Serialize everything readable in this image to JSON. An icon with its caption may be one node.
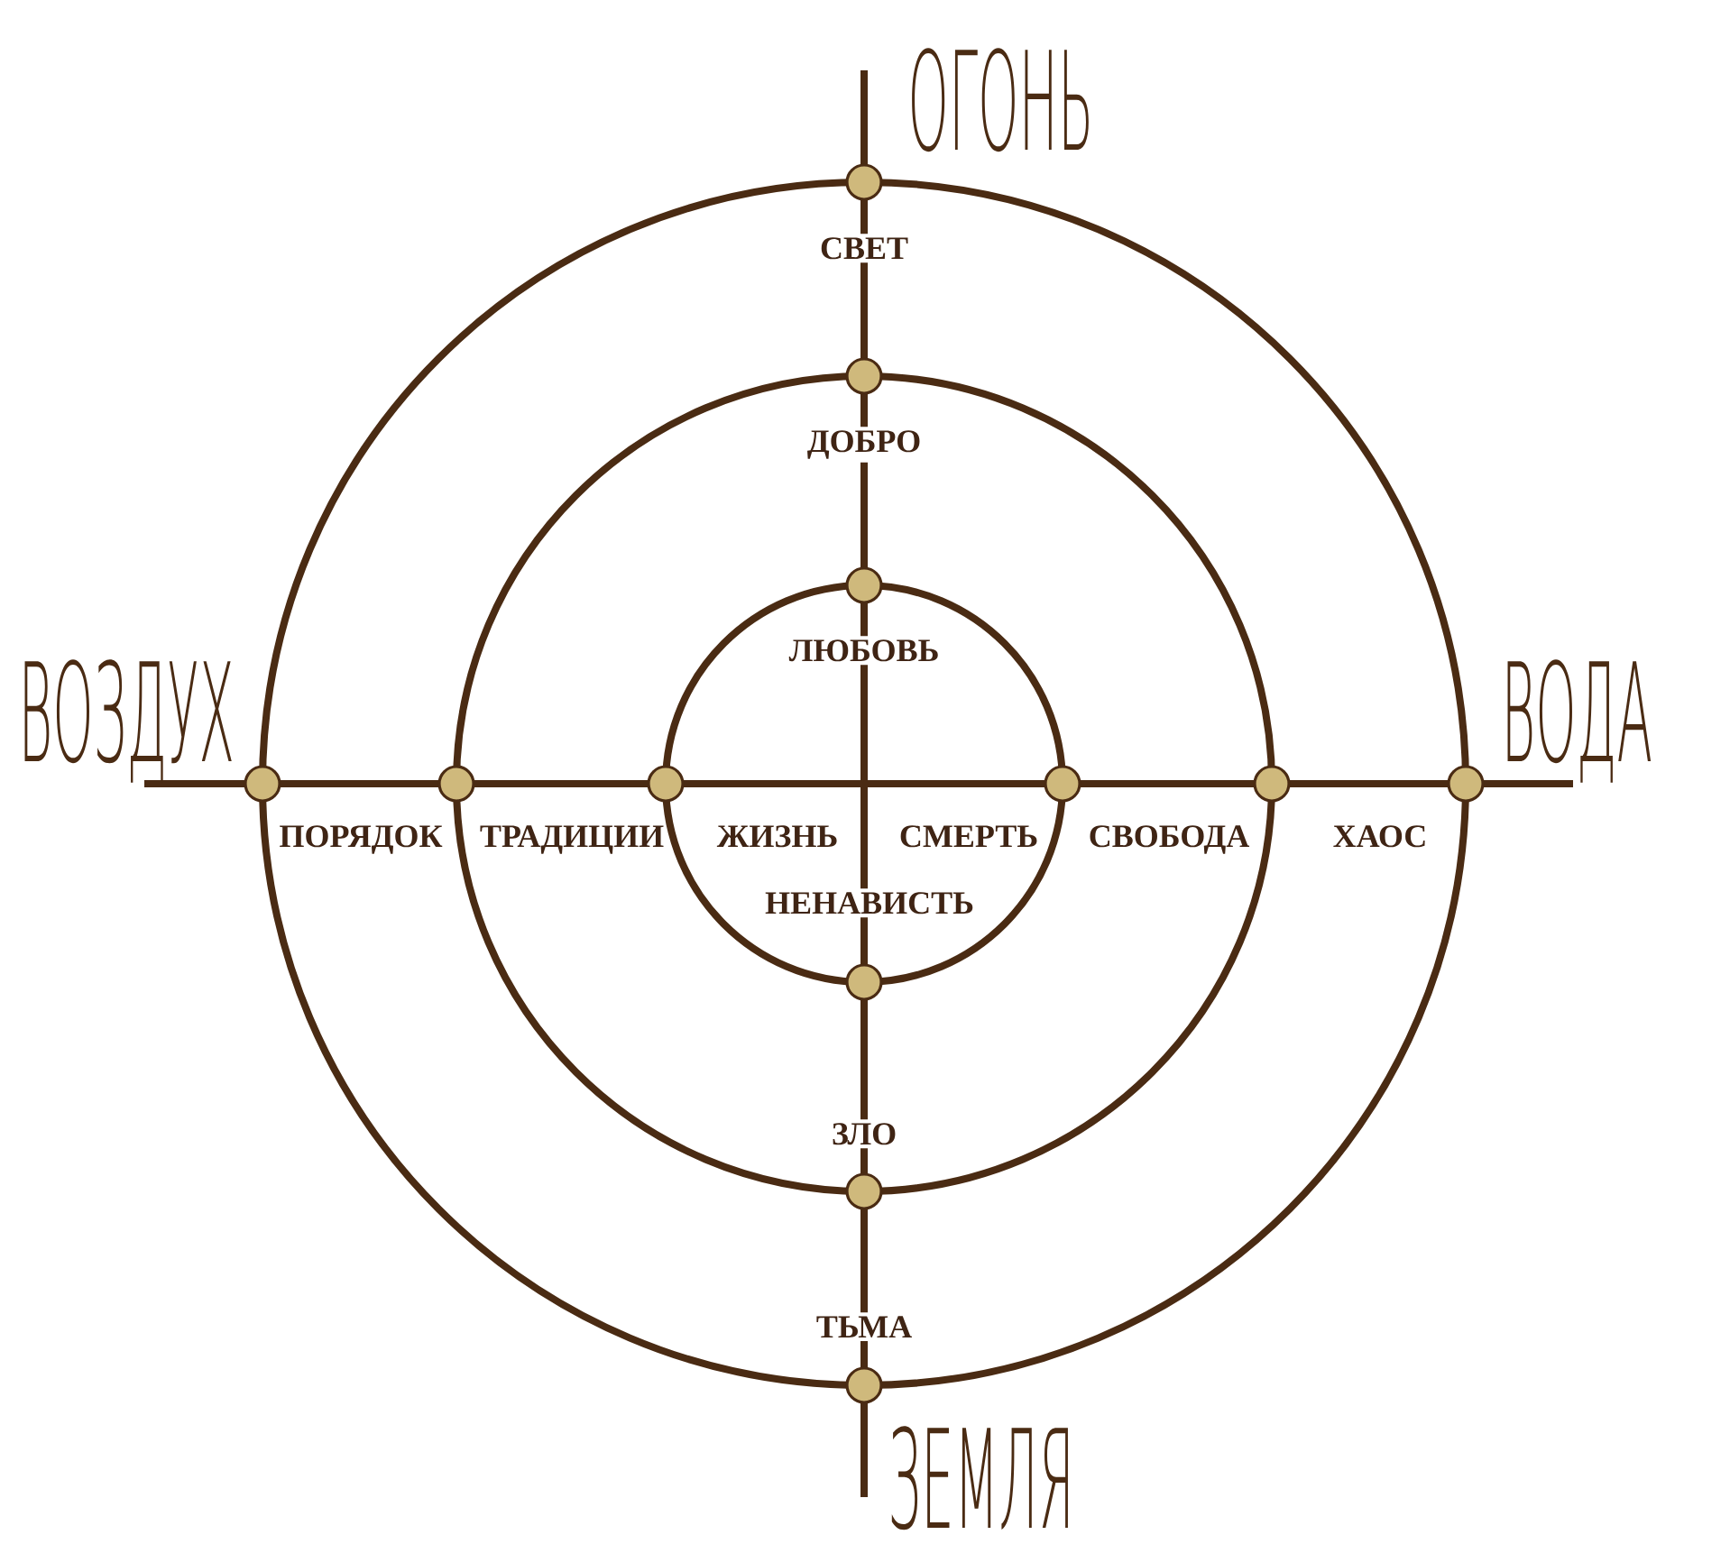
{
  "diagram": {
    "nodes": [
      {
        "text": [
          "СВЕТ",
          "ПОРЯДОК",
          "ХАОС",
          "ТЬМА"
        ]
      },
      {
        "text": [
          "ДОБРО",
          "ТРАДИЦИИ",
          "СВОБОДА",
          "ЗЛО"
        ],
        "in": 0
      },
      {
        "text": [
          "ЛЮБОВЬ",
          "ЖИЗНЬ",
          "СМЕРТЬ",
          "НЕНАВИСТЬ"
        ],
        "in": 1
      }
    ],
    "labels": [
      "ОГОНЬ",
      "ВОЗДУХ",
      "ВОДА",
      "ЗЕМЛЯ"
    ]
  }
}
